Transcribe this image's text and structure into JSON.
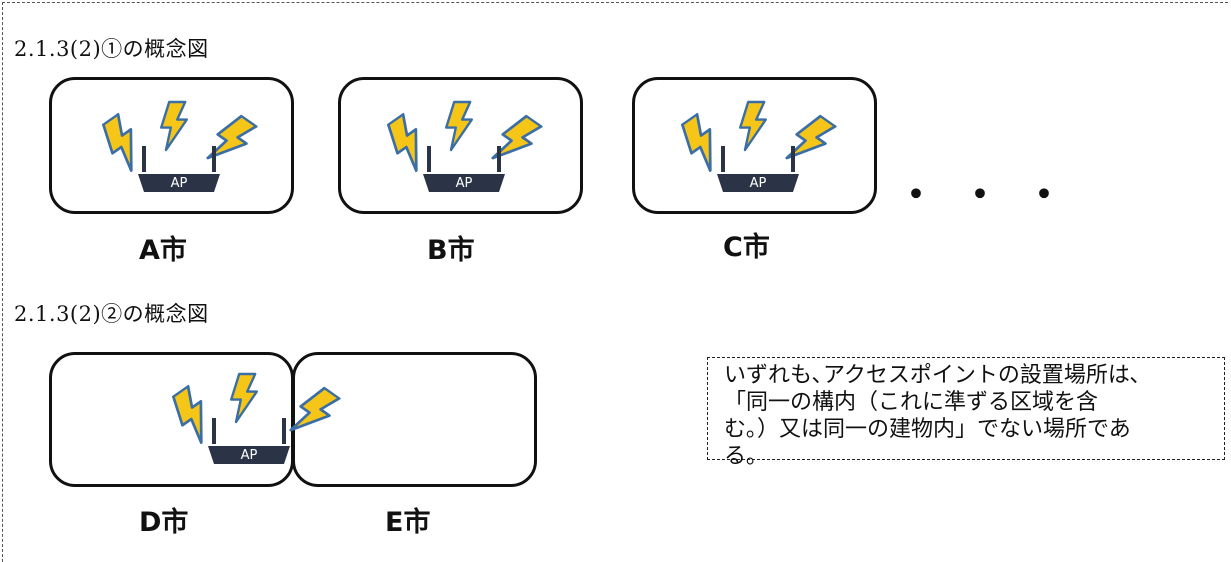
{
  "section1": {
    "title": "2.1.3(2)①の概念図",
    "cities": [
      "A市",
      "B市",
      "C市"
    ],
    "ellipsis": "・・・"
  },
  "section2": {
    "title": "2.1.3(2)②の概念図",
    "cities": [
      "D市",
      "E市"
    ]
  },
  "ap_label": "AP",
  "note": {
    "lines": [
      "いずれも､アクセスポイントの設置場所は､",
      "「同一の構内（これに準ずる区域を含",
      "む｡）又は同一の建物内」でない場所であ",
      "る｡"
    ]
  },
  "colors": {
    "bolt_fill": "#f5c518",
    "bolt_stroke": "#3a6ea5",
    "router": "#2b3447"
  }
}
